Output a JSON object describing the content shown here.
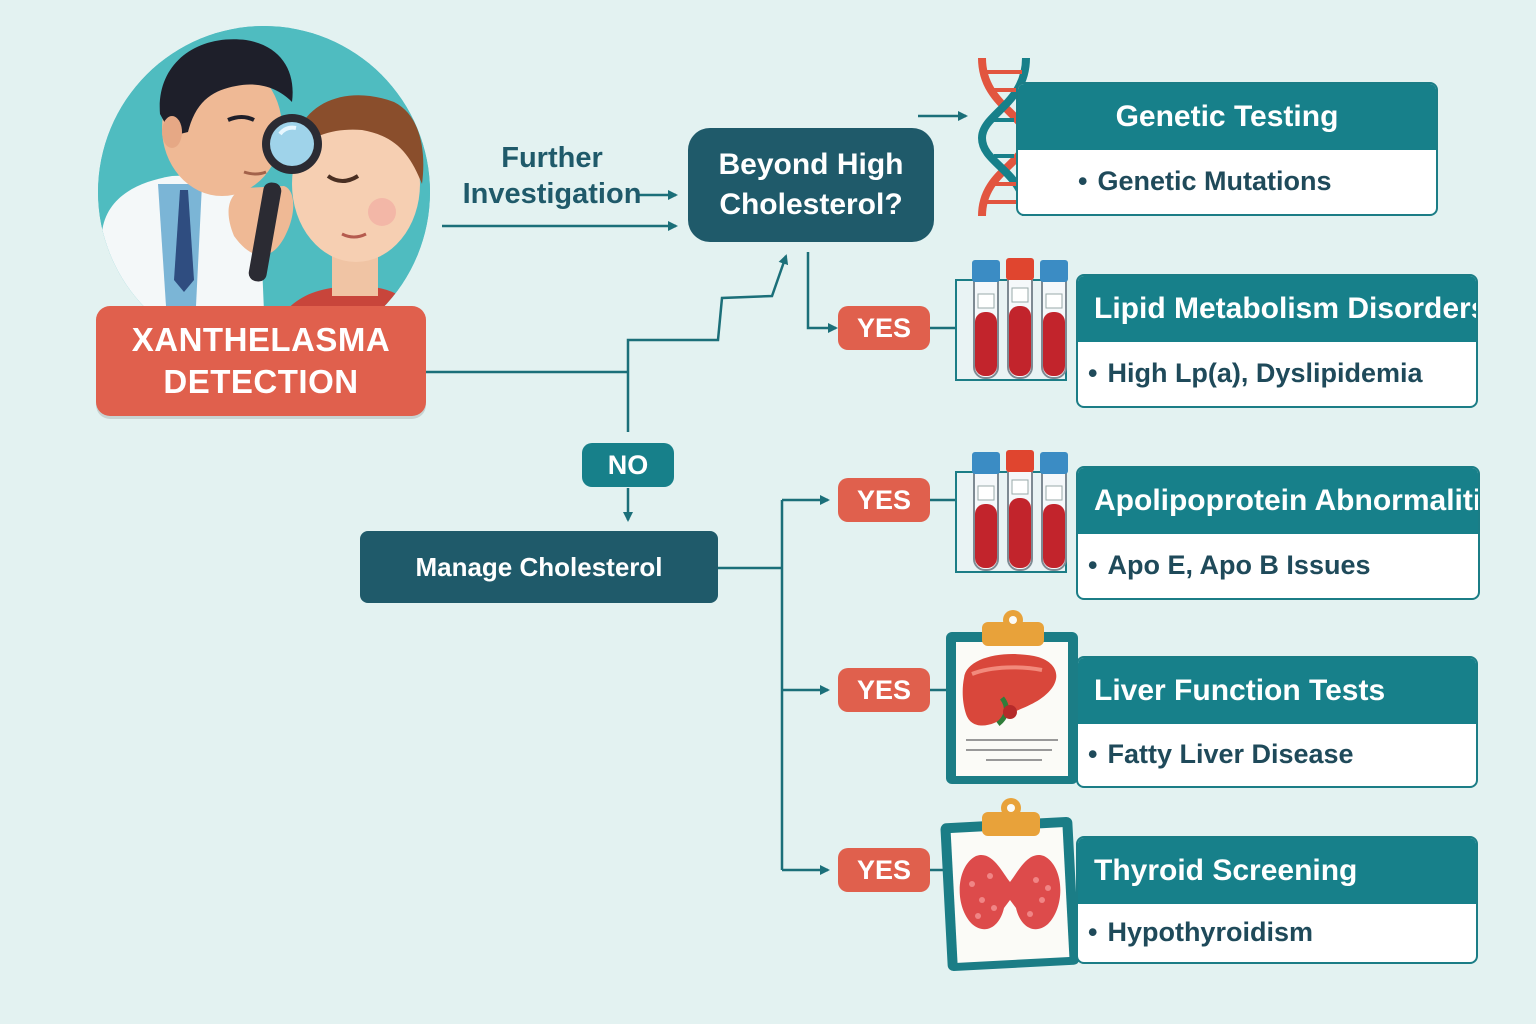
{
  "start": {
    "line1": "XANTHELASMA",
    "line2": "DETECTION"
  },
  "further": {
    "line1": "Further",
    "line2": "Investigation"
  },
  "decision": {
    "line1": "Beyond High",
    "line2": "Cholesterol?"
  },
  "no_label": "NO",
  "manage_label": "Manage Cholesterol",
  "yes_label": "YES",
  "outcomes": [
    {
      "title": "Genetic Testing",
      "detail": "Genetic Mutations",
      "icon": "dna-icon"
    },
    {
      "title": "Lipid Metabolism Disorders",
      "detail": "High Lp(a), Dyslipidemia",
      "icon": "blood-tubes-icon"
    },
    {
      "title": "Apolipoprotein Abnormalities",
      "detail": "Apo E, Apo B Issues",
      "icon": "blood-tubes-icon"
    },
    {
      "title": "Liver Function Tests",
      "detail": "Fatty Liver Disease",
      "icon": "liver-clipboard-icon"
    },
    {
      "title": "Thyroid Screening",
      "detail": "Hypothyroidism",
      "icon": "thyroid-clipboard-icon"
    }
  ],
  "colors": {
    "background": "#e3f2f1",
    "teal": "#17808a",
    "navy": "#1f5a6a",
    "coral": "#e0604d"
  }
}
